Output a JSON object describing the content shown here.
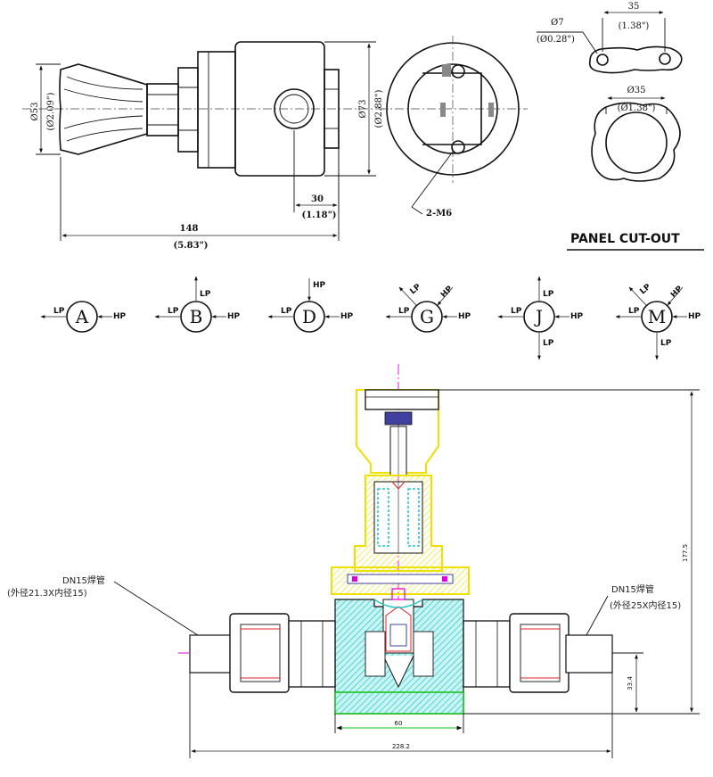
{
  "side_view": {
    "dim_total": "148",
    "dim_total_in": "(5.83\")",
    "dim_port": "30",
    "dim_port_in": "(1.18\")",
    "dia_knob": "Ø53",
    "dia_knob_in": "(Ø2.09\")",
    "dia_body": "Ø73",
    "dia_body_in": "(Ø2.88\")"
  },
  "front_view": {
    "thread_label": "2-M6"
  },
  "panel": {
    "dia_hole": "Ø7",
    "dia_hole_in": "(Ø0.28\")",
    "spacing": "35",
    "spacing_in": "(1.38\")",
    "dia_cut": "Ø35",
    "dia_cut_in": "(Ø1.38\")",
    "title": "PANEL CUT-OUT"
  },
  "port_configs": [
    {
      "letter": "A",
      "labels": [
        "LP",
        "HP"
      ]
    },
    {
      "letter": "B",
      "labels": [
        "LP",
        "LP",
        "HP"
      ]
    },
    {
      "letter": "D",
      "labels": [
        "LP",
        "HP",
        "HP"
      ]
    },
    {
      "letter": "G",
      "labels": [
        "LP",
        "LP",
        "HP",
        "HP"
      ]
    },
    {
      "letter": "J",
      "labels": [
        "LP",
        "LP",
        "HP",
        "LP"
      ]
    },
    {
      "letter": "M",
      "labels": [
        "LP",
        "LP",
        "HP",
        "HP",
        "LP"
      ]
    }
  ],
  "section": {
    "left_pipe": "DN15焊管",
    "left_pipe_spec": "(外径21.3X内径15)",
    "right_pipe": "DN15焊管",
    "right_pipe_spec": "(外径25X内径15)",
    "dim_height": "177.5",
    "dim_offset": "33.4",
    "dim_body": "60",
    "dim_length": "228.2"
  },
  "colors": {
    "yellow": "#f0e000",
    "cyan": "#28c8c8",
    "magenta": "#e000e0",
    "red": "#e02020",
    "green": "#10c010",
    "blue": "#2040ff"
  }
}
